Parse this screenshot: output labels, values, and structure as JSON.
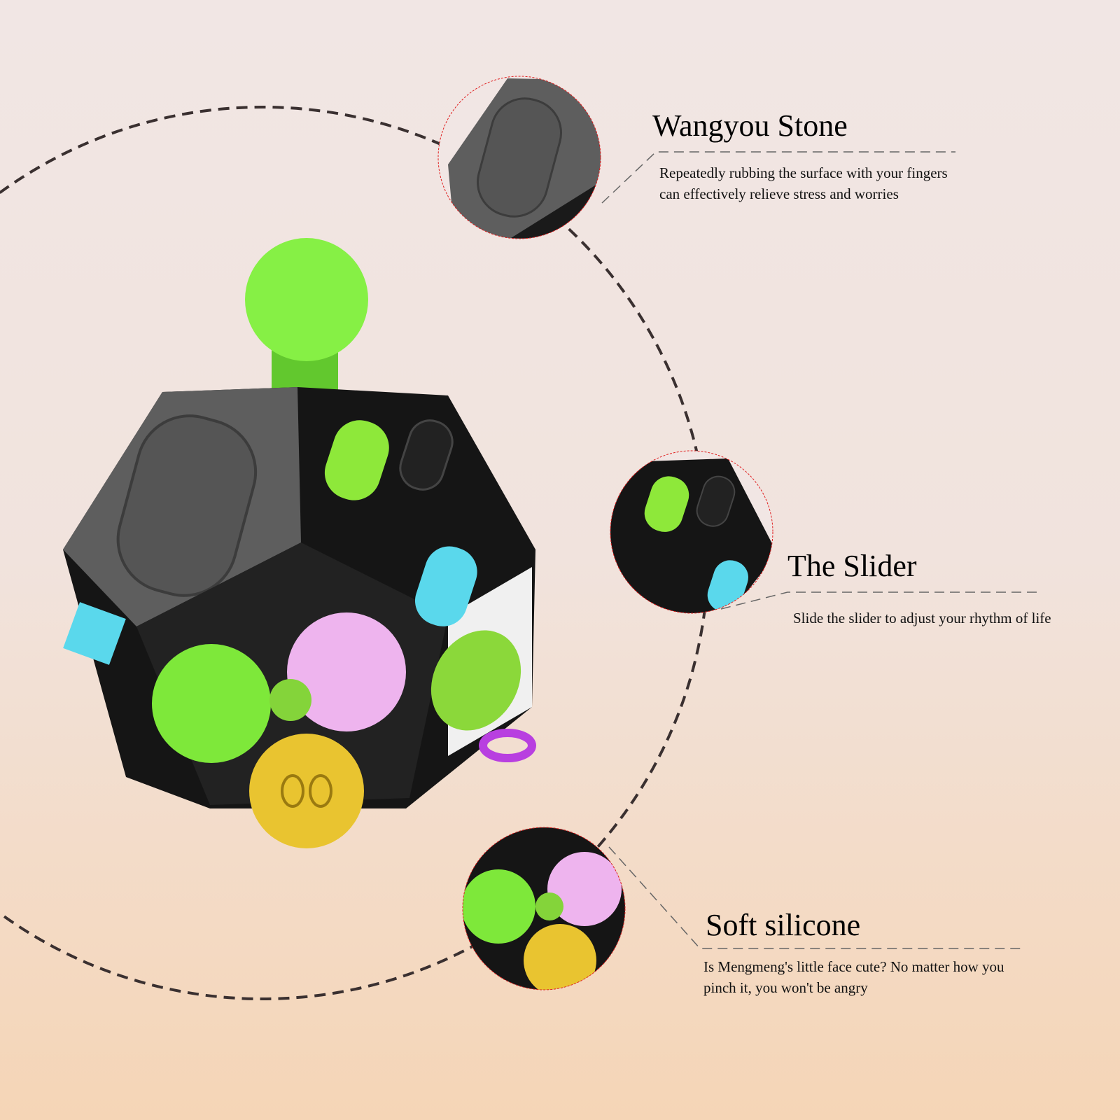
{
  "features": [
    {
      "title": "Wangyou Stone",
      "description_lines": [
        "Repeatedly rubbing the surface with your fingers",
        "can effectively relieve stress and worries"
      ]
    },
    {
      "title": "The Slider",
      "description_lines": [
        "Slide the slider to adjust your rhythm of life"
      ]
    },
    {
      "title": "Soft silicone",
      "description_lines": [
        "Is Mengmeng's little face cute? No matter how you",
        "pinch it, you won't be angry"
      ]
    }
  ],
  "colors": {
    "green": "#7ee83a",
    "pink": "#eeb4ee",
    "yellow": "#e9c430",
    "cyan": "#5ad8ec",
    "body": "#1a1a1a",
    "stone": "#5e5e5e"
  }
}
